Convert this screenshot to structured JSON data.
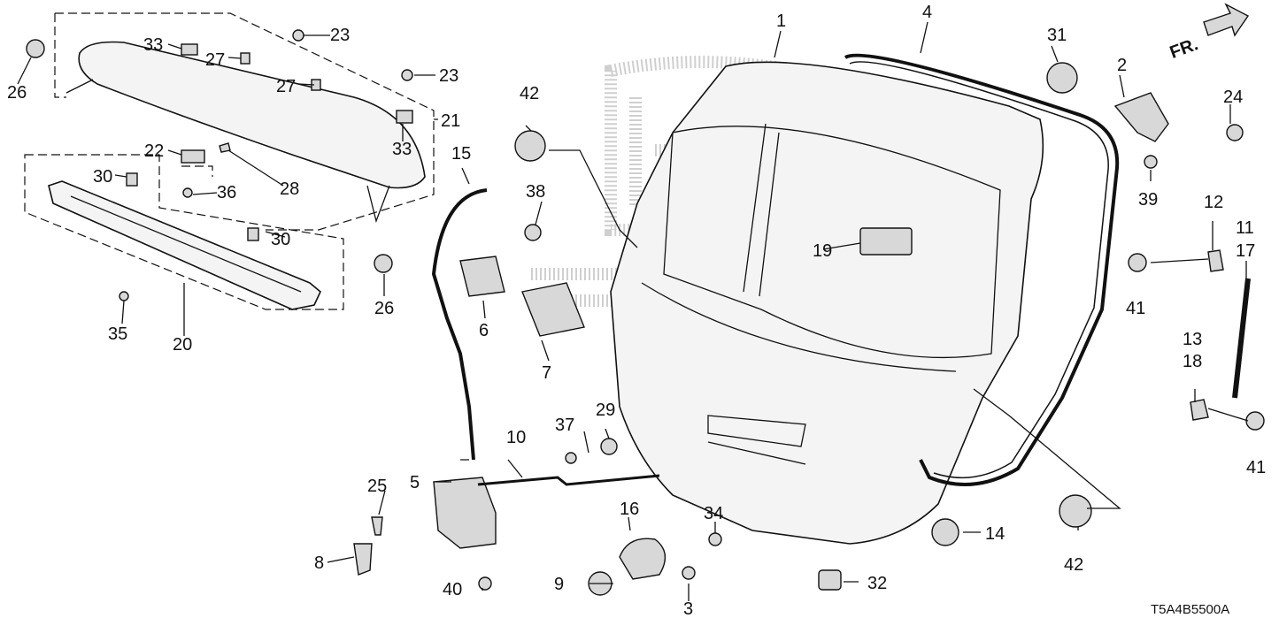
{
  "diagram": {
    "code": "T5A4B5500A",
    "direction_label": "FR.",
    "callouts": [
      "1",
      "2",
      "3",
      "4",
      "5",
      "6",
      "7",
      "8",
      "9",
      "10",
      "11",
      "12",
      "13",
      "14",
      "15",
      "16",
      "17",
      "18",
      "19",
      "20",
      "21",
      "22",
      "23",
      "23",
      "24",
      "25",
      "26",
      "26",
      "27",
      "27",
      "28",
      "29",
      "30",
      "30",
      "31",
      "32",
      "33",
      "33",
      "34",
      "35",
      "36",
      "37",
      "38",
      "39",
      "40",
      "41",
      "41",
      "42",
      "42"
    ]
  }
}
